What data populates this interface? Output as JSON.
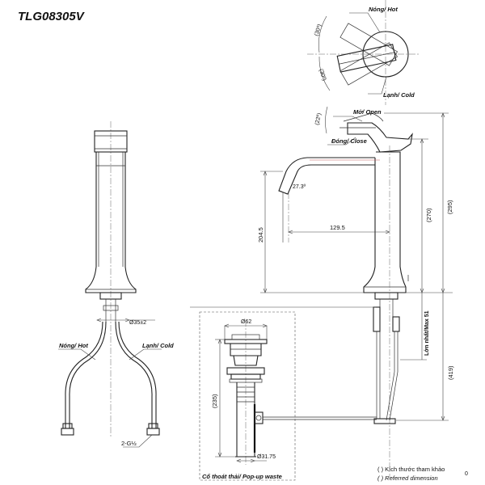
{
  "model_code": "TLG08305V",
  "top_view": {
    "hot_label": "Nóng/ Hot",
    "cold_label": "Lạnh/ Cold",
    "angle_upper": "(30º)",
    "angle_lower": "(30º)"
  },
  "side_view": {
    "open_label": "Mở/ Open",
    "close_label": "Đóng/ Close",
    "lever_angle": "(22º)",
    "spout_angle": "27.3º",
    "spout_reach": "129.5",
    "spout_height": "204.5",
    "dim_270": "(270)",
    "dim_295": "(295)",
    "max_thickness": "Lớn nhất/Max 51",
    "dim_419": "(419)"
  },
  "front_view": {
    "base_dia": "Ø35±2",
    "hot_label": "Nóng/ Hot",
    "cold_label": "Lạnh/ Cold",
    "thread": "2-G½"
  },
  "popup_waste": {
    "top_dia": "Ø62",
    "body_dia": "Ø31.75",
    "length": "(235)",
    "title": "Cổ thoát thải/ Pop-up waste"
  },
  "notes": {
    "ref_vi": "( ) Kích thước tham khảo",
    "ref_en": "( ) Referred dimension",
    "page_mark": "0"
  }
}
